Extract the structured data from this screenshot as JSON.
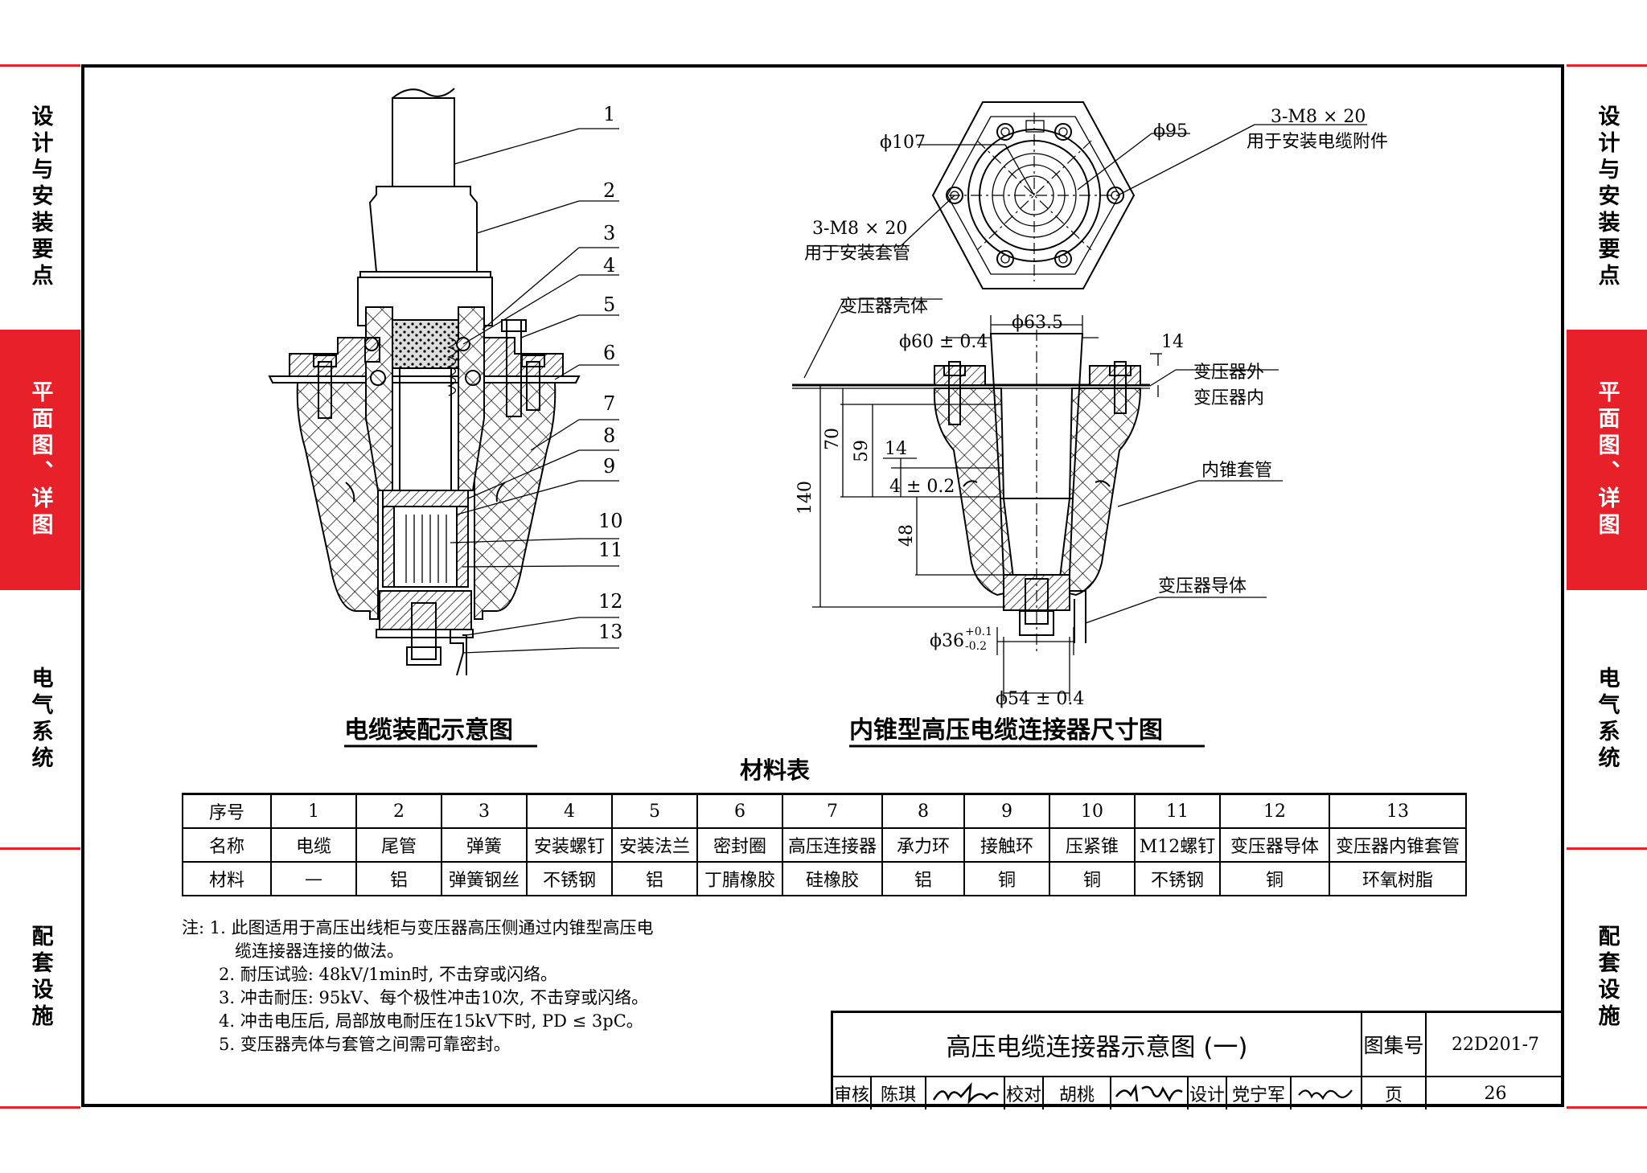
{
  "side_tabs": {
    "design_points": "设计与安装要点",
    "plans_details": "平面图、详图",
    "electrical": "电气系统",
    "supporting": "配套设施"
  },
  "callouts": {
    "labels": [
      "1",
      "2",
      "3",
      "4",
      "5",
      "6",
      "7",
      "8",
      "9",
      "10",
      "11",
      "12",
      "13"
    ]
  },
  "dimension_drawing": {
    "phi107": "ϕ107",
    "phi95": "ϕ95",
    "bolts_cable": "3-M8 × 20",
    "bolts_cable_note": "用于安装电缆附件",
    "bolts_bushing": "3-M8 × 20",
    "bolts_bushing_note": "用于安装套管",
    "shell": "变压器壳体",
    "phi63_5": "ϕ63.5",
    "phi60": "ϕ60 ± 0.4",
    "d14_top": "14",
    "outside": "变压器外",
    "inside": "变压器内",
    "d70": "70",
    "d59": "59",
    "d14_mid": "14",
    "d4": "4 ± 0.2",
    "d140": "140",
    "d48": "48",
    "inner_bushing": "内锥套管",
    "conductor": "变压器导体",
    "phi36": "ϕ36",
    "phi36_tol_up": "+0.1",
    "phi36_tol_down": "-0.2",
    "phi54": "ϕ54 ± 0.4"
  },
  "titles": {
    "assembly": "电缆装配示意图",
    "dimension": "内锥型高压电缆连接器尺寸图",
    "material_table": "材料表"
  },
  "material_table": {
    "rows": [
      [
        "序号",
        "1",
        "2",
        "3",
        "4",
        "5",
        "6",
        "7",
        "8",
        "9",
        "10",
        "11",
        "12",
        "13"
      ],
      [
        "名称",
        "电缆",
        "尾管",
        "弹簧",
        "安装螺钉",
        "安装法兰",
        "密封圈",
        "高压连接器",
        "承力环",
        "接触环",
        "压紧锥",
        "M12螺钉",
        "变压器导体",
        "变压器内锥套管"
      ],
      [
        "材料",
        "—",
        "铝",
        "弹簧钢丝",
        "不锈钢",
        "铝",
        "丁腈橡胶",
        "硅橡胶",
        "铝",
        "铜",
        "铜",
        "不锈钢",
        "铜",
        "环氧树脂"
      ]
    ]
  },
  "notes": [
    "注: 1. 此图适用于高压出线柜与变压器高压侧通过内锥型高压电",
    "缆连接器连接的做法。",
    "2. 耐压试验: 48kV/1min时, 不击穿或闪络。",
    "3. 冲击耐压: 95kV、每个极性冲击10次, 不击穿或闪络。",
    "4. 冲击电压后, 局部放电耐压在15kV下时, PD ≤ 3pC。",
    "5. 变压器壳体与套管之间需可靠密封。"
  ],
  "title_block": {
    "drawing_title": "高压电缆连接器示意图 (一)",
    "atlas_label": "图集号",
    "atlas_no": "22D201-7",
    "review_label": "审核",
    "reviewer": "陈琪",
    "check_label": "校对",
    "checker": "胡桃",
    "design_label": "设计",
    "designer": "党宁军",
    "page_label": "页",
    "page_no": "26"
  },
  "colors": {
    "accent_red": "#e8202a",
    "line": "#000000"
  }
}
